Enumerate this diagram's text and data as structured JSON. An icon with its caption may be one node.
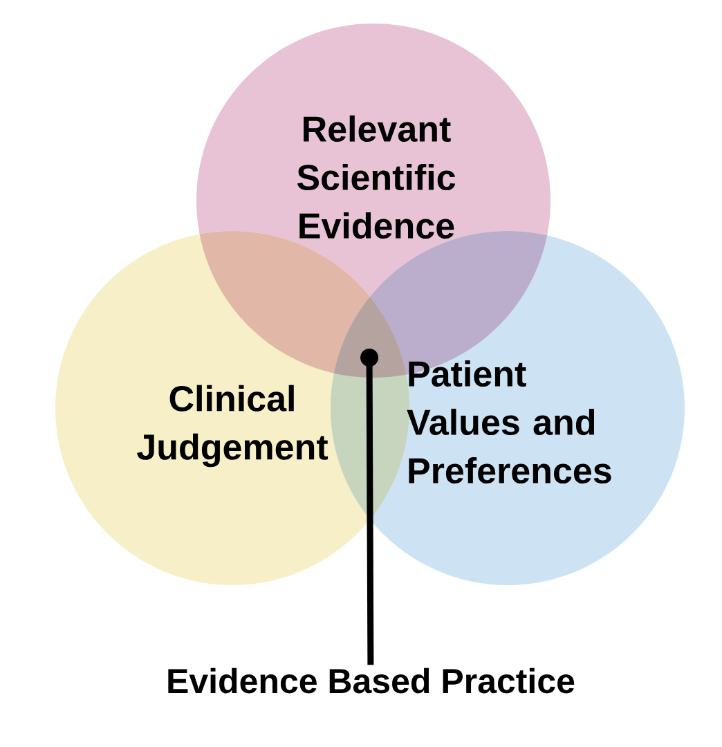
{
  "diagram": {
    "nodes": [
      {
        "text": [
          "Relevant Scientific Evidence"
        ]
      },
      {
        "text": [
          "Clinical Judgement"
        ]
      },
      {
        "text": [
          "Patient Values and Preferences"
        ]
      },
      {
        "text": [
          "Evidence Based Practice"
        ]
      }
    ],
    "edges": [
      {
        "from": null,
        "to": 3,
        "arrow": "other"
      }
    ]
  }
}
